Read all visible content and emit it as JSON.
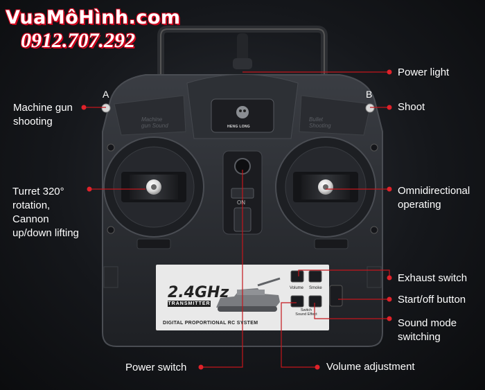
{
  "watermark": {
    "brand": "VuaMôHình.com",
    "phone": "0912.707.292"
  },
  "side_markers": {
    "a": "A",
    "b": "B"
  },
  "device": {
    "brand": "HENG LONG",
    "frequency": "2.4GHz",
    "subtitle": "TRANSMITTER",
    "system": "DIGITAL PROPORTIONAL RC SYSTEM",
    "on_label": "ON",
    "left_shoulder_line1": "Machine",
    "left_shoulder_line2": "gun Sound",
    "right_shoulder_line1": "Bullet",
    "right_shoulder_line2": "Shooting",
    "buttons": {
      "volume": "Volume",
      "smoke": "Smoke",
      "switch": "Switch",
      "sound_effect": "Sound Effect"
    }
  },
  "callouts": {
    "machine_gun_1": "Machine gun",
    "machine_gun_2": "shooting",
    "turret_1": "Turret 320°",
    "turret_2": "rotation,",
    "turret_3": "Cannon",
    "turret_4": "up/down lifting",
    "power_light": "Power light",
    "shoot": "Shoot",
    "omni_1": "Omnidirectional",
    "omni_2": "operating",
    "exhaust": "Exhaust switch",
    "start_off": "Start/off button",
    "sound_mode_1": "Sound mode",
    "sound_mode_2": "switching",
    "power_switch": "Power switch",
    "volume_adjustment": "Volume adjustment"
  },
  "colors": {
    "leader": "#c4161c",
    "dot": "#e0222a",
    "text": "#ffffff",
    "watermark_outline": "#d0021b"
  }
}
